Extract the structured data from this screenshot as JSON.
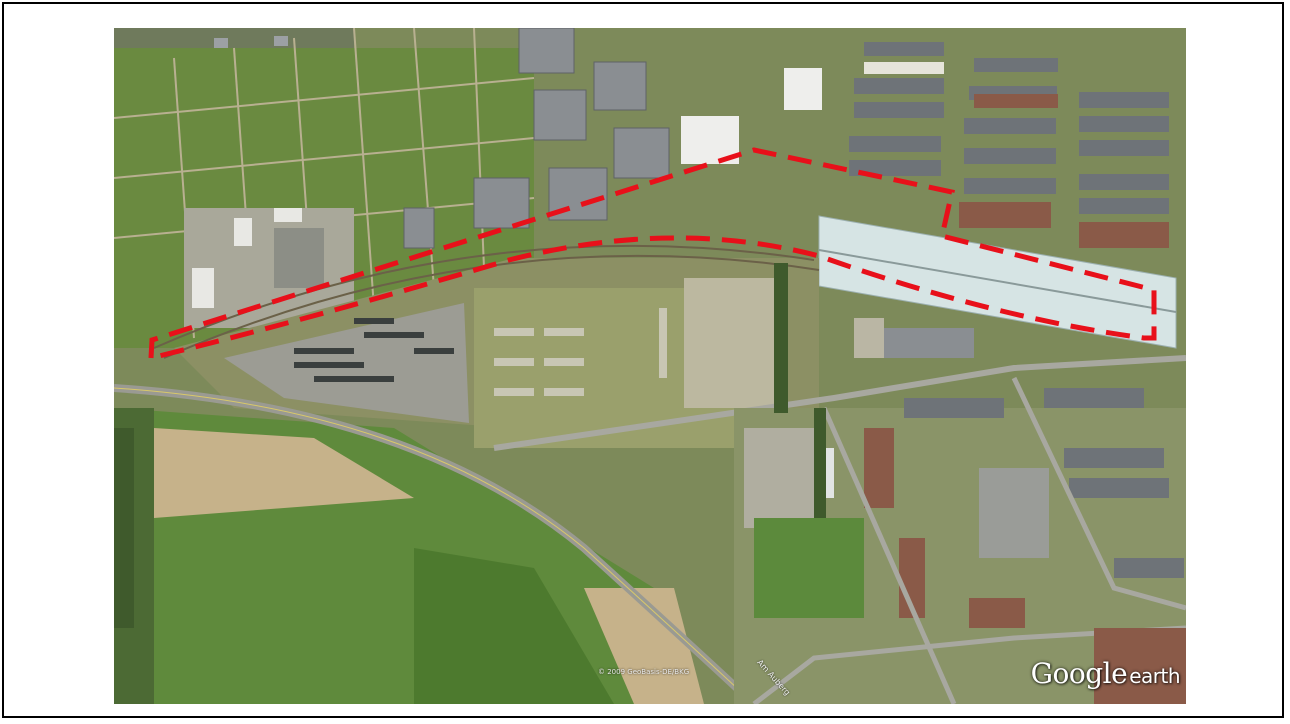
{
  "map": {
    "watermark_brand": "Google",
    "watermark_product": "earth",
    "copyright": "© 2009 GeoBasis-DE/BKG",
    "road_label": "Am Auberg"
  },
  "colors": {
    "outline": "#e8101a",
    "field_green": "#5f8a3c",
    "field_light": "#9aa86a",
    "field_tan": "#c6b28a",
    "roof_gray": "#6e7378",
    "roof_brown": "#8a5a48",
    "roof_light": "#d6e4e4"
  },
  "annotation": {
    "style": "dashed-red-outline",
    "description": ""
  }
}
